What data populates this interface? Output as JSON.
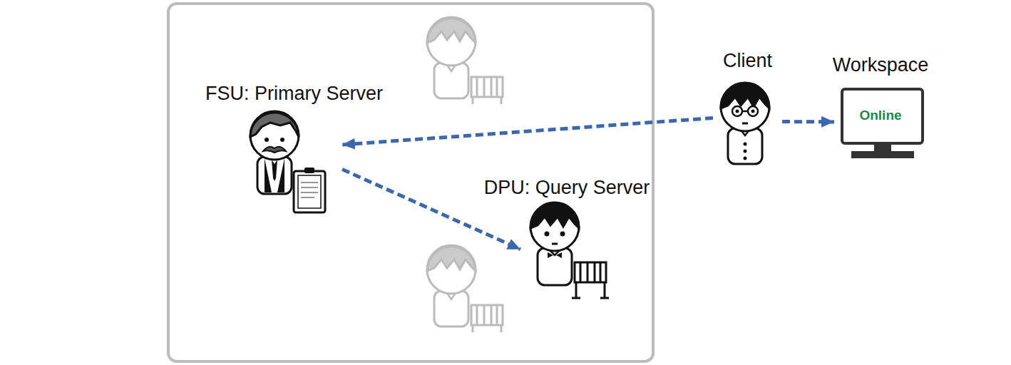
{
  "diagram": {
    "nodes": [
      {
        "text": [
          "FSU: Primary Server"
        ]
      },
      {
        "text": [
          "DPU: Query Server"
        ]
      },
      {
        "text": [
          "Client"
        ]
      },
      {
        "text": [
          "Workspace",
          "Online"
        ]
      }
    ],
    "edges": [
      {
        "from": 2,
        "to": 0,
        "arrow": "to"
      },
      {
        "from": 0,
        "to": 1,
        "arrow": "to"
      },
      {
        "from": 2,
        "to": 3,
        "arrow": "to"
      }
    ]
  }
}
